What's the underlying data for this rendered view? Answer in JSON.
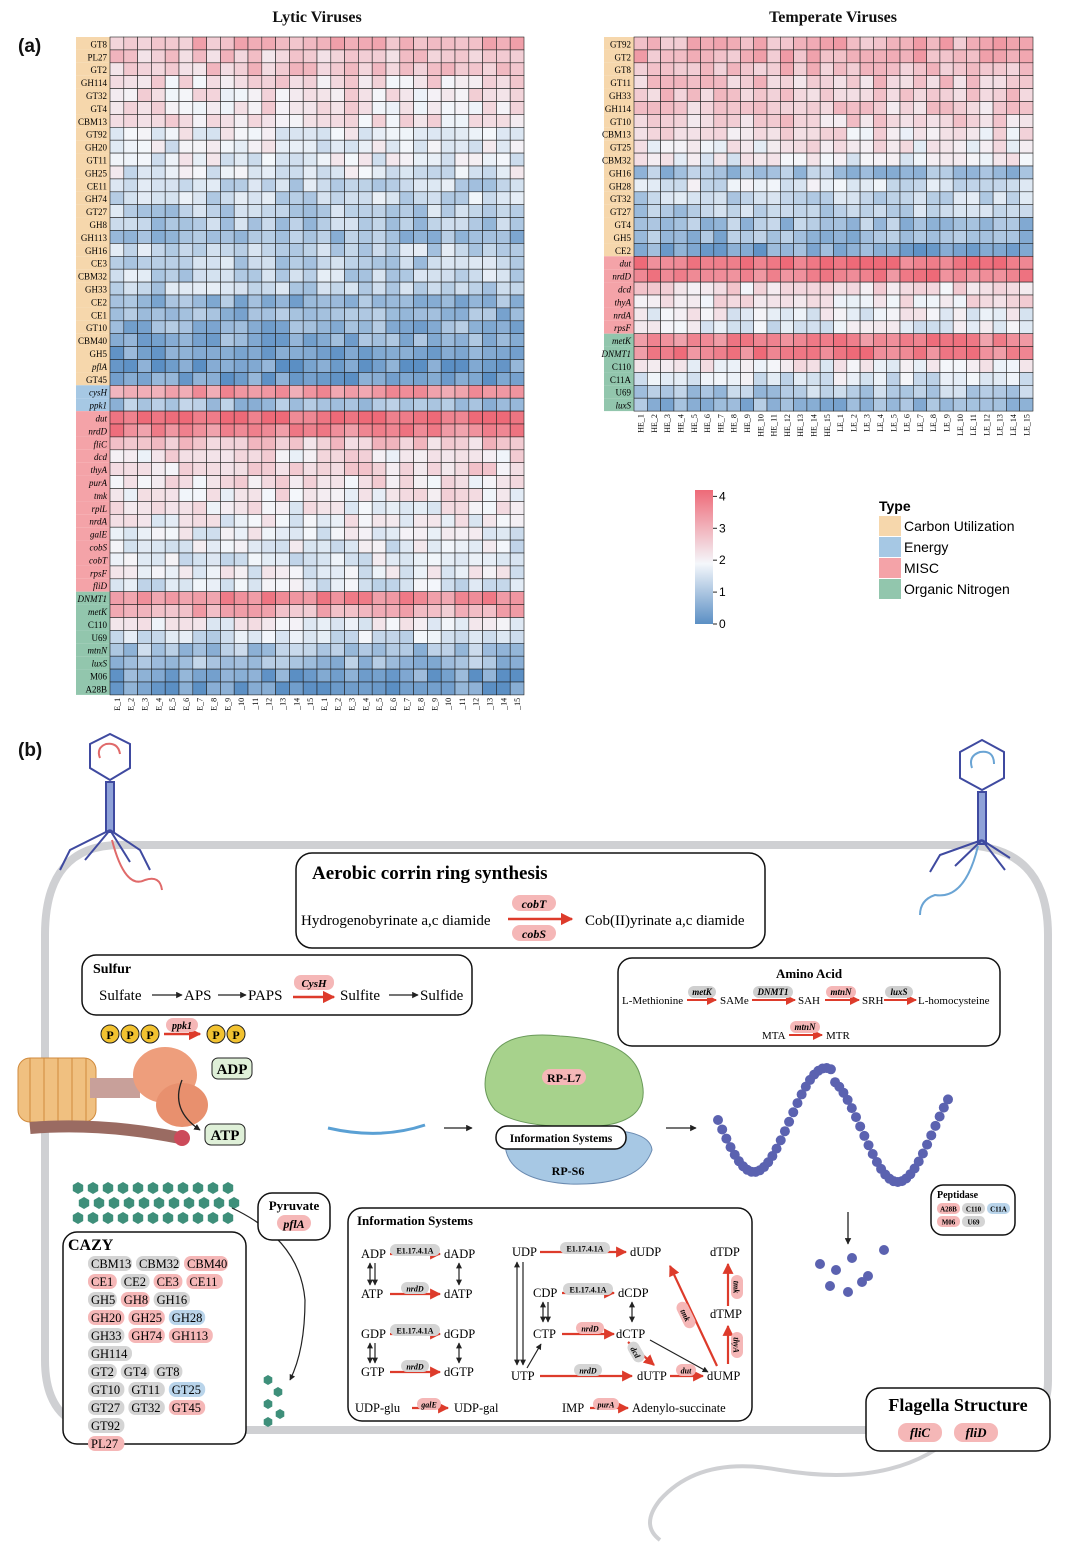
{
  "panel_a_label": "(a)",
  "panel_b_label": "(b)",
  "colors": {
    "low": "#5b8fc4",
    "mid": "#f4f7fb",
    "high": "#ee6a78",
    "type_carbon": "#f6d7ac",
    "type_energy": "#a6c8e4",
    "type_misc": "#f4a3a8",
    "type_nitrogen": "#92c6ad",
    "arrow_red": "#dd3b2b"
  },
  "chart_data": [
    {
      "type": "heatmap",
      "title": "Lytic Viruses",
      "rows": [
        {
          "name": "GT8",
          "italic": false,
          "type": "Carbon Utilization",
          "base": 2.9
        },
        {
          "name": "PL27",
          "italic": false,
          "type": "Carbon Utilization",
          "base": 2.6
        },
        {
          "name": "GT2",
          "italic": false,
          "type": "Carbon Utilization",
          "base": 2.6
        },
        {
          "name": "GH114",
          "italic": false,
          "type": "Carbon Utilization",
          "base": 2.3
        },
        {
          "name": "GT32",
          "italic": false,
          "type": "Carbon Utilization",
          "base": 2.2
        },
        {
          "name": "GT4",
          "italic": false,
          "type": "Carbon Utilization",
          "base": 2.2
        },
        {
          "name": "CBM13",
          "italic": false,
          "type": "Carbon Utilization",
          "base": 2.2
        },
        {
          "name": "GT92",
          "italic": false,
          "type": "Carbon Utilization",
          "base": 1.9
        },
        {
          "name": "GH20",
          "italic": false,
          "type": "Carbon Utilization",
          "base": 1.8
        },
        {
          "name": "GT11",
          "italic": false,
          "type": "Carbon Utilization",
          "base": 1.8
        },
        {
          "name": "GH25",
          "italic": false,
          "type": "Carbon Utilization",
          "base": 1.7
        },
        {
          "name": "CE11",
          "italic": false,
          "type": "Carbon Utilization",
          "base": 1.3
        },
        {
          "name": "GH74",
          "italic": false,
          "type": "Carbon Utilization",
          "base": 1.4
        },
        {
          "name": "GT27",
          "italic": false,
          "type": "Carbon Utilization",
          "base": 1.2
        },
        {
          "name": "GH8",
          "italic": false,
          "type": "Carbon Utilization",
          "base": 1.1
        },
        {
          "name": "GH113",
          "italic": false,
          "type": "Carbon Utilization",
          "base": 0.8
        },
        {
          "name": "GH16",
          "italic": false,
          "type": "Carbon Utilization",
          "base": 1.3
        },
        {
          "name": "CE3",
          "italic": false,
          "type": "Carbon Utilization",
          "base": 1.2
        },
        {
          "name": "CBM32",
          "italic": false,
          "type": "Carbon Utilization",
          "base": 1.3
        },
        {
          "name": "GH33",
          "italic": false,
          "type": "Carbon Utilization",
          "base": 1.3
        },
        {
          "name": "CE2",
          "italic": false,
          "type": "Carbon Utilization",
          "base": 0.7
        },
        {
          "name": "CE1",
          "italic": false,
          "type": "Carbon Utilization",
          "base": 0.8
        },
        {
          "name": "GT10",
          "italic": false,
          "type": "Carbon Utilization",
          "base": 0.7
        },
        {
          "name": "CBM40",
          "italic": false,
          "type": "Carbon Utilization",
          "base": 0.6
        },
        {
          "name": "GH5",
          "italic": false,
          "type": "Carbon Utilization",
          "base": 0.4
        },
        {
          "name": "pflA",
          "italic": true,
          "type": "Carbon Utilization",
          "base": 0.3
        },
        {
          "name": "GT45",
          "italic": false,
          "type": "Carbon Utilization",
          "base": 0.3
        },
        {
          "name": "cysH",
          "italic": true,
          "type": "Energy",
          "base": 3.4
        },
        {
          "name": "ppk1",
          "italic": true,
          "type": "Energy",
          "base": 0.9
        },
        {
          "name": "dut",
          "italic": true,
          "type": "MISC",
          "base": 4.1
        },
        {
          "name": "nrdD",
          "italic": true,
          "type": "MISC",
          "base": 3.7
        },
        {
          "name": "fliC",
          "italic": true,
          "type": "MISC",
          "base": 2.6
        },
        {
          "name": "dcd",
          "italic": true,
          "type": "MISC",
          "base": 2.2
        },
        {
          "name": "thyA",
          "italic": true,
          "type": "MISC",
          "base": 2.4
        },
        {
          "name": "purA",
          "italic": true,
          "type": "MISC",
          "base": 2.2
        },
        {
          "name": "tmk",
          "italic": true,
          "type": "MISC",
          "base": 2.1
        },
        {
          "name": "rplL",
          "italic": true,
          "type": "MISC",
          "base": 2.0
        },
        {
          "name": "nrdA",
          "italic": true,
          "type": "MISC",
          "base": 1.9
        },
        {
          "name": "galE",
          "italic": true,
          "type": "MISC",
          "base": 1.8
        },
        {
          "name": "cobS",
          "italic": true,
          "type": "MISC",
          "base": 1.7
        },
        {
          "name": "cobT",
          "italic": true,
          "type": "MISC",
          "base": 1.7
        },
        {
          "name": "rpsF",
          "italic": true,
          "type": "MISC",
          "base": 1.8
        },
        {
          "name": "fliD",
          "italic": true,
          "type": "MISC",
          "base": 1.6
        },
        {
          "name": "DNMT1",
          "italic": true,
          "type": "Organic Nitrogen",
          "base": 3.6
        },
        {
          "name": "metK",
          "italic": true,
          "type": "Organic Nitrogen",
          "base": 3.0
        },
        {
          "name": "C110",
          "italic": false,
          "type": "Organic Nitrogen",
          "base": 1.9
        },
        {
          "name": "U69",
          "italic": false,
          "type": "Organic Nitrogen",
          "base": 1.5
        },
        {
          "name": "mtnN",
          "italic": true,
          "type": "Organic Nitrogen",
          "base": 1.0
        },
        {
          "name": "luxS",
          "italic": true,
          "type": "Organic Nitrogen",
          "base": 0.9
        },
        {
          "name": "M06",
          "italic": false,
          "type": "Organic Nitrogen",
          "base": 0.4
        },
        {
          "name": "A28B",
          "italic": false,
          "type": "Organic Nitrogen",
          "base": 0.3
        }
      ],
      "columns": [
        "E_1",
        "E_2",
        "E_3",
        "E_4",
        "E_5",
        "E_6",
        "E_7",
        "E_8",
        "E_9",
        "_10",
        "_11",
        "_12",
        "_13",
        "_14",
        "_15",
        "E_1",
        "E_2",
        "E_3",
        "E_4",
        "E_5",
        "E_6",
        "E_7",
        "E_8",
        "E_9",
        "_10",
        "_11",
        "_12",
        "_13",
        "_14",
        "_15"
      ],
      "value_range": [
        0,
        4.2
      ]
    },
    {
      "type": "heatmap",
      "title": "Temperate Viruses",
      "rows": [
        {
          "name": "GT92",
          "italic": false,
          "type": "Carbon Utilization",
          "base": 3.0
        },
        {
          "name": "GT2",
          "italic": false,
          "type": "Carbon Utilization",
          "base": 3.0
        },
        {
          "name": "GT8",
          "italic": false,
          "type": "Carbon Utilization",
          "base": 2.9
        },
        {
          "name": "GT11",
          "italic": false,
          "type": "Carbon Utilization",
          "base": 2.6
        },
        {
          "name": "GH33",
          "italic": false,
          "type": "Carbon Utilization",
          "base": 2.6
        },
        {
          "name": "GH114",
          "italic": false,
          "type": "Carbon Utilization",
          "base": 2.5
        },
        {
          "name": "GT10",
          "italic": false,
          "type": "Carbon Utilization",
          "base": 2.5
        },
        {
          "name": "CBM13",
          "italic": false,
          "type": "Carbon Utilization",
          "base": 2.2
        },
        {
          "name": "GT25",
          "italic": false,
          "type": "Carbon Utilization",
          "base": 2.1
        },
        {
          "name": "CBM32",
          "italic": false,
          "type": "Carbon Utilization",
          "base": 1.9
        },
        {
          "name": "GH16",
          "italic": false,
          "type": "Carbon Utilization",
          "base": 0.9
        },
        {
          "name": "GH28",
          "italic": false,
          "type": "Carbon Utilization",
          "base": 1.6
        },
        {
          "name": "GT32",
          "italic": false,
          "type": "Carbon Utilization",
          "base": 1.3
        },
        {
          "name": "GT27",
          "italic": false,
          "type": "Carbon Utilization",
          "base": 1.2
        },
        {
          "name": "GT4",
          "italic": false,
          "type": "Carbon Utilization",
          "base": 0.9
        },
        {
          "name": "GH5",
          "italic": false,
          "type": "Carbon Utilization",
          "base": 0.8
        },
        {
          "name": "CE2",
          "italic": false,
          "type": "Carbon Utilization",
          "base": 0.5
        },
        {
          "name": "dut",
          "italic": true,
          "type": "MISC",
          "base": 4.0
        },
        {
          "name": "nrdD",
          "italic": true,
          "type": "MISC",
          "base": 3.8
        },
        {
          "name": "dcd",
          "italic": true,
          "type": "MISC",
          "base": 2.3
        },
        {
          "name": "thyA",
          "italic": true,
          "type": "MISC",
          "base": 2.2
        },
        {
          "name": "nrdA",
          "italic": true,
          "type": "MISC",
          "base": 1.9
        },
        {
          "name": "rpsF",
          "italic": true,
          "type": "MISC",
          "base": 1.7
        },
        {
          "name": "metK",
          "italic": true,
          "type": "Organic Nitrogen",
          "base": 3.7
        },
        {
          "name": "DNMT1",
          "italic": true,
          "type": "Organic Nitrogen",
          "base": 3.8
        },
        {
          "name": "C110",
          "italic": false,
          "type": "Organic Nitrogen",
          "base": 2.0
        },
        {
          "name": "C11A",
          "italic": false,
          "type": "Organic Nitrogen",
          "base": 1.6
        },
        {
          "name": "U69",
          "italic": false,
          "type": "Organic Nitrogen",
          "base": 1.1
        },
        {
          "name": "luxS",
          "italic": true,
          "type": "Organic Nitrogen",
          "base": 0.7
        }
      ],
      "columns": [
        "HE_1",
        "HE_2",
        "HE_3",
        "HE_4",
        "HE_5",
        "HE_6",
        "HE_7",
        "HE_8",
        "HE_9",
        "HE_10",
        "HE_11",
        "HE_12",
        "HE_13",
        "HE_14",
        "HE_15",
        "LE_1",
        "LE_2",
        "LE_3",
        "LE_4",
        "LE_5",
        "LE_6",
        "LE_7",
        "LE_8",
        "LE_9",
        "LE_10",
        "LE_11",
        "LE_12",
        "LE_13",
        "LE_14",
        "LE_15"
      ],
      "value_range": [
        0,
        4.2
      ]
    }
  ],
  "colorbar": {
    "ticks": [
      "4",
      "3",
      "2",
      "1",
      "0"
    ],
    "min": 0,
    "max": 4.2
  },
  "legend": {
    "title": "Type",
    "items": [
      {
        "label": "Carbon Utilization",
        "color": "#f6d7ac"
      },
      {
        "label": "Energy",
        "color": "#a6c8e4"
      },
      {
        "label": "MISC",
        "color": "#f4a3a8"
      },
      {
        "label": "Organic Nitrogen",
        "color": "#92c6ad"
      }
    ]
  },
  "diagram": {
    "corrin": {
      "title": "Aerobic corrin ring synthesis",
      "left": "Hydrogenobyrinate a,c diamide",
      "right": "Cob(II)yrinate a,c diamide",
      "gene1": "cobT",
      "gene2": "cobS"
    },
    "sulfur": {
      "title": "Sulfur",
      "steps": [
        "Sulfate",
        "APS",
        "PAPS",
        "Sulfite",
        "Sulfide"
      ],
      "gene": "CysH"
    },
    "amino": {
      "title": "Amino Acid",
      "nodes": [
        "L-Methionine",
        "SAMe",
        "SAH",
        "SRH",
        "L-homocysteine"
      ],
      "genes": [
        "metK",
        "DNMT1",
        "mtnN",
        "luxS"
      ],
      "mta": "MTA",
      "mtr": "MTR",
      "mta_gene": "mtnN"
    },
    "ppk": {
      "p": "P",
      "gene": "ppk1",
      "adp": "ADP",
      "atp": "ATP"
    },
    "ribosome": {
      "top": "RP-L7",
      "bottom": "RP-S6",
      "label": "Information Systems"
    },
    "pyruvate": {
      "title": "Pyruvate",
      "gene": "pflA"
    },
    "cazy": {
      "title": "CAZY",
      "rows": [
        [
          {
            "t": "CBM13",
            "c": "g"
          },
          {
            "t": "CBM32",
            "c": "g"
          },
          {
            "t": "CBM40",
            "c": "r"
          }
        ],
        [
          {
            "t": "CE1",
            "c": "r"
          },
          {
            "t": "CE2",
            "c": "g"
          },
          {
            "t": "CE3",
            "c": "r"
          },
          {
            "t": "CE11",
            "c": "r"
          }
        ],
        [
          {
            "t": "GH5",
            "c": "g"
          },
          {
            "t": "GH8",
            "c": "r"
          },
          {
            "t": "GH16",
            "c": "g"
          }
        ],
        [
          {
            "t": "GH20",
            "c": "r"
          },
          {
            "t": "GH25",
            "c": "r"
          },
          {
            "t": "GH28",
            "c": "b"
          }
        ],
        [
          {
            "t": "GH33",
            "c": "g"
          },
          {
            "t": "GH74",
            "c": "r"
          },
          {
            "t": "GH113",
            "c": "r"
          }
        ],
        [
          {
            "t": "GH114",
            "c": "g"
          }
        ],
        [
          {
            "t": "GT2",
            "c": "g"
          },
          {
            "t": "GT4",
            "c": "g"
          },
          {
            "t": "GT8",
            "c": "g"
          }
        ],
        [
          {
            "t": "GT10",
            "c": "g"
          },
          {
            "t": "GT11",
            "c": "g"
          },
          {
            "t": "GT25",
            "c": "b"
          }
        ],
        [
          {
            "t": "GT27",
            "c": "g"
          },
          {
            "t": "GT32",
            "c": "g"
          },
          {
            "t": "GT45",
            "c": "r"
          }
        ],
        [
          {
            "t": "GT92",
            "c": "g"
          }
        ],
        [
          {
            "t": "PL27",
            "c": "r"
          }
        ]
      ]
    },
    "info": {
      "title": "Information Systems",
      "enzyme": "E1.17.4.1A",
      "nrdD": "nrdD",
      "dcd": "dcd",
      "dut": "dut",
      "tmk": "tmk",
      "thyA": "thyA",
      "galE": "galE",
      "purA": "purA",
      "ADP": "ADP",
      "dADP": "dADP",
      "ATP": "ATP",
      "dATP": "dATP",
      "GDP": "GDP",
      "dGDP": "dGDP",
      "GTP": "GTP",
      "dGTP": "dGTP",
      "UDP": "UDP",
      "dUDP": "dUDP",
      "CDP": "CDP",
      "dCDP": "dCDP",
      "CTP": "CTP",
      "dCTP": "dCTP",
      "UTP": "UTP",
      "dUTP": "dUTP",
      "dTDP": "dTDP",
      "dTMP": "dTMP",
      "dUMP": "dUMP",
      "udpglu": "UDP-glu",
      "udpgal": "UDP-gal",
      "imp": "IMP",
      "adenylo": "Adenylo-succinate"
    },
    "peptidase": {
      "title": "Peptidase",
      "items": [
        {
          "t": "A28B",
          "c": "r"
        },
        {
          "t": "C110",
          "c": "g"
        },
        {
          "t": "C11A",
          "c": "b"
        },
        {
          "t": "M06",
          "c": "r"
        },
        {
          "t": "U69",
          "c": "g"
        }
      ]
    },
    "flagella": {
      "title": "Flagella Structure",
      "genes": [
        "fliC",
        "fliD"
      ]
    }
  }
}
